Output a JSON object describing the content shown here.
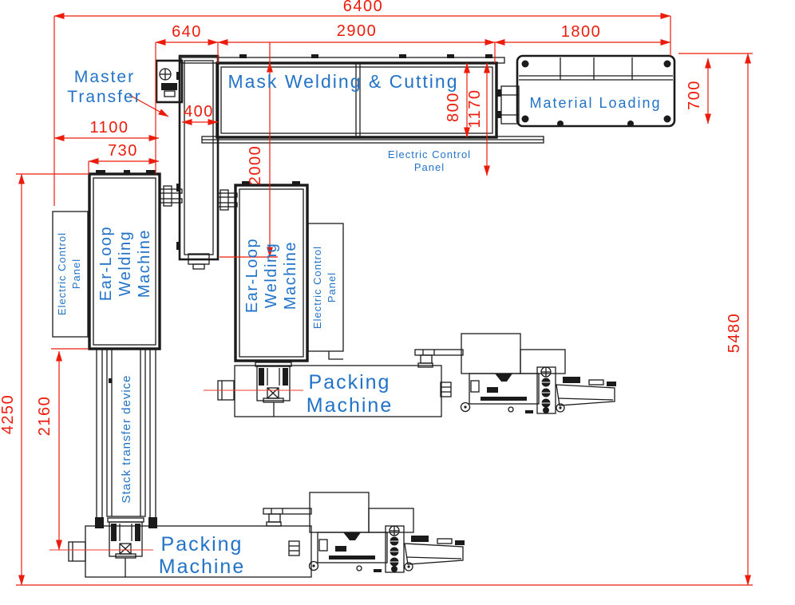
{
  "colors": {
    "dimension_red": "#ec1c0c",
    "label_blue": "#2273c8",
    "line_black": "#1b1b1b",
    "background": "#ffffff"
  },
  "labels": {
    "master_transfer": [
      "Master",
      "Transfer"
    ],
    "mask_welding_cutting": "Mask Welding & Cutting",
    "material_loading": "Material Loading",
    "electric_control_panel": [
      "Electric Control",
      "Panel"
    ],
    "ear_loop_welding_machine": [
      "Ear-Loop",
      "Welding",
      "Machine"
    ],
    "stack_transfer_device": "Stack transfer device",
    "packing_machine": [
      "Packing",
      "Machine"
    ]
  },
  "dimensions_mm": {
    "total_width": "6400",
    "master_transfer_width": "640",
    "mask_welding_width": "2900",
    "material_loading_width": "1800",
    "left_section_width": "1100",
    "ear_loop_machine_width": "730",
    "transfer_corridor_width": "400",
    "transfer_corridor_length": "2000",
    "mask_welding_depth": "800",
    "mask_welding_with_panel_depth": "1170",
    "material_loading_depth": "700",
    "total_depth_right": "5480",
    "total_depth_left": "4250",
    "stack_transfer_length": "2160"
  }
}
